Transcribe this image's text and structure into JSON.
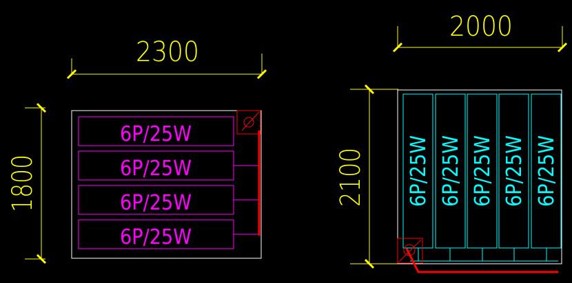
{
  "colors": {
    "background": "#000000",
    "dimension": "#ffff00",
    "outline": "#ffffff",
    "unit_left": "#ff00ff",
    "unit_right": "#00ffff",
    "conduit": "#ff0000",
    "junction": "#ff0000",
    "wiring_right": "#00ffff",
    "tick": "#ffff00"
  },
  "left_drawing": {
    "width_label": "2300",
    "height_label": "1800",
    "units": [
      "6P/25W",
      "6P/25W",
      "6P/25W",
      "6P/25W"
    ]
  },
  "right_drawing": {
    "width_label": "2000",
    "height_label": "2100",
    "units": [
      "6P/25W",
      "6P/25W",
      "6P/25W",
      "6P/25W",
      "6P/25W"
    ]
  }
}
